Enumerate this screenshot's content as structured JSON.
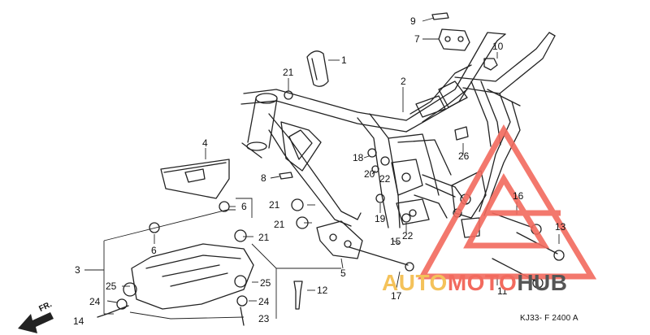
{
  "diagram": {
    "part_numbers": [
      "1",
      "2",
      "3",
      "4",
      "5",
      "6",
      "6",
      "7",
      "8",
      "9",
      "10",
      "11",
      "12",
      "13",
      "14",
      "15",
      "16",
      "17",
      "18",
      "19",
      "20",
      "21",
      "21",
      "21",
      "21",
      "22",
      "22",
      "23",
      "24",
      "24",
      "25",
      "25",
      "26"
    ],
    "code": "KJ33- F 2400 A",
    "direction_label": "FR.",
    "watermark": {
      "part1": "AUTO",
      "part2": "MOTO",
      "part3": "HUB"
    },
    "colors": {
      "line": "#222222",
      "watermark_red": "#f26a5e",
      "watermark_gold": "#f4c25a",
      "watermark_gray": "#555555"
    }
  }
}
